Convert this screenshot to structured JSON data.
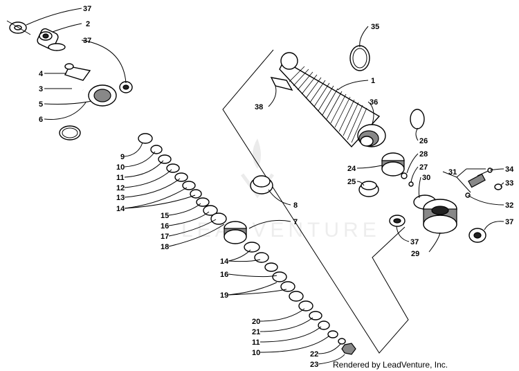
{
  "watermark": "LEADVENTURE",
  "credit": "Rendered by LeadVenture, Inc.",
  "callouts": {
    "c37a": "37",
    "c2": "2",
    "c37b": "37",
    "c4": "4",
    "c3": "3",
    "c5": "5",
    "c6": "6",
    "c9": "9",
    "c10a": "10",
    "c11a": "11",
    "c12": "12",
    "c13": "13",
    "c14a": "14",
    "c15": "15",
    "c16a": "16",
    "c17": "17",
    "c18": "18",
    "c8": "8",
    "c7": "7",
    "c14b": "14",
    "c16b": "16",
    "c19": "19",
    "c20": "20",
    "c21": "21",
    "c11b": "11",
    "c10b": "10",
    "c22": "22",
    "c23": "23",
    "c35": "35",
    "c1": "1",
    "c38": "38",
    "c36": "36",
    "c26": "26",
    "c28": "28",
    "c24": "24",
    "c27": "27",
    "c25": "25",
    "c30": "30",
    "c31": "31",
    "c34": "34",
    "c33": "33",
    "c32": "32",
    "c37c": "37",
    "c37d": "37",
    "c29": "29"
  }
}
